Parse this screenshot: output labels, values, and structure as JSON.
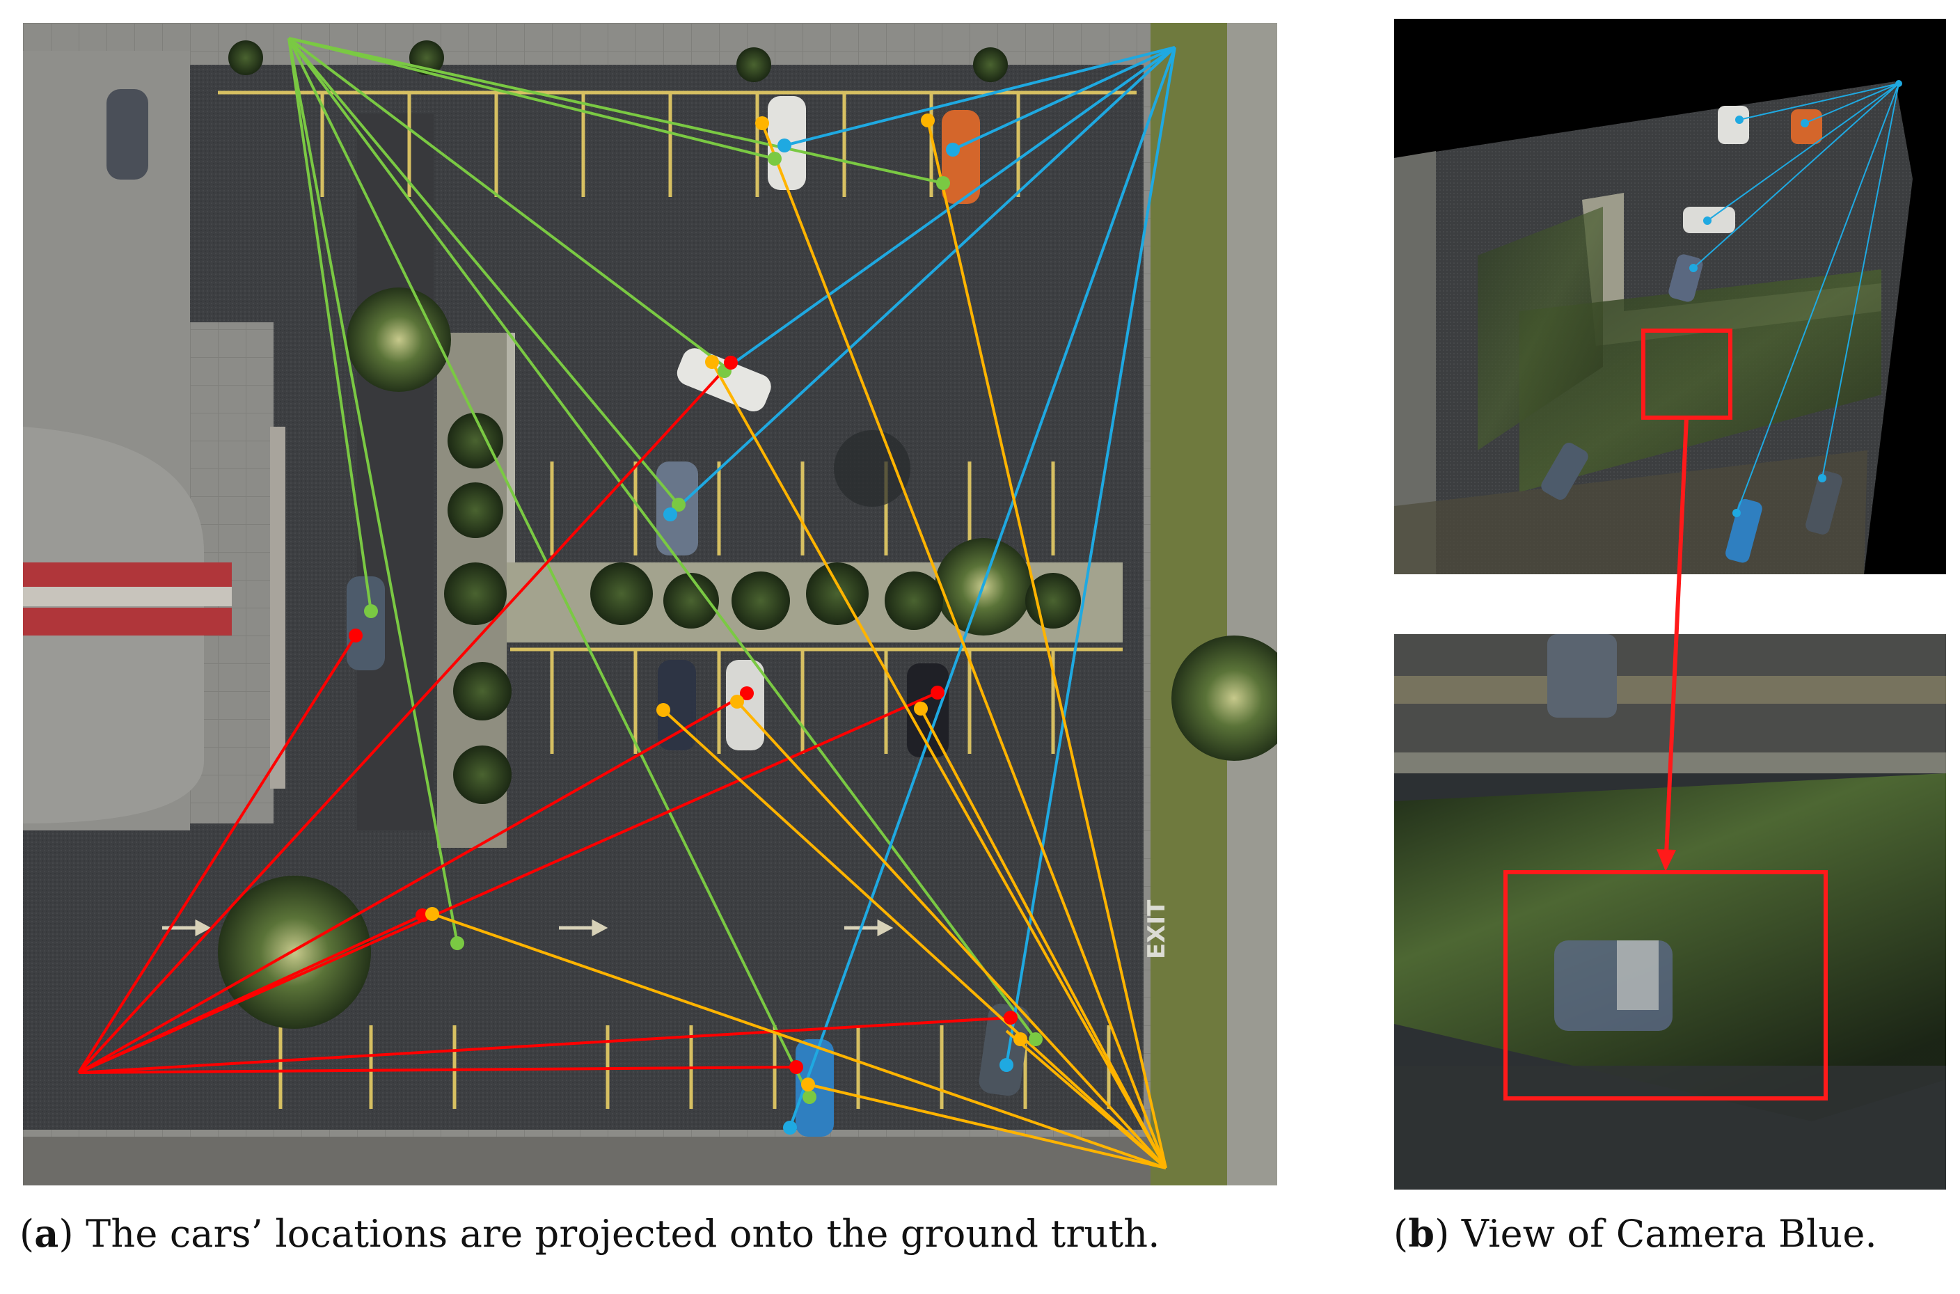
{
  "captions": {
    "a": {
      "label": "a",
      "text": "The cars’ locations are projected onto the ground truth."
    },
    "b": {
      "label": "b",
      "text": "View of Camera Blue."
    }
  },
  "scene": {
    "exit_sign": "EXIT"
  },
  "colors": {
    "camera_red": "#ff0000",
    "camera_green": "#7ac943",
    "camera_blue": "#1fa9e1",
    "camera_yellow": "#ffb400",
    "highlight_box": "#ff1a1a"
  }
}
